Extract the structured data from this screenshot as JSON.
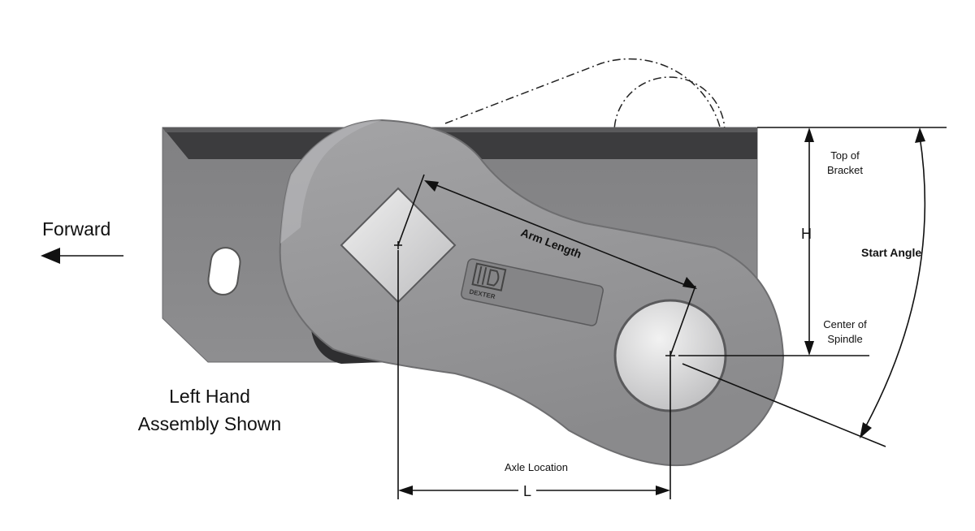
{
  "labels": {
    "forward": "Forward",
    "left_hand_line1": "Left Hand",
    "left_hand_line2": "Assembly Shown",
    "arm_length": "Arm Length",
    "top_of_bracket_line1": "Top of",
    "top_of_bracket_line2": "Bracket",
    "h": "H",
    "start_angle": "Start Angle",
    "center_of_spindle_line1": "Center of",
    "center_of_spindle_line2": "Spindle",
    "axle_location": "Axle Location",
    "l": "L",
    "logo_text": "DEXTER"
  },
  "colors": {
    "bracket_fill": "#8a8a8c",
    "bracket_top": "#3a3a3c",
    "arm_fill": "#9a9a9c",
    "arm_edge": "#6e6e70",
    "line": "#111111"
  }
}
